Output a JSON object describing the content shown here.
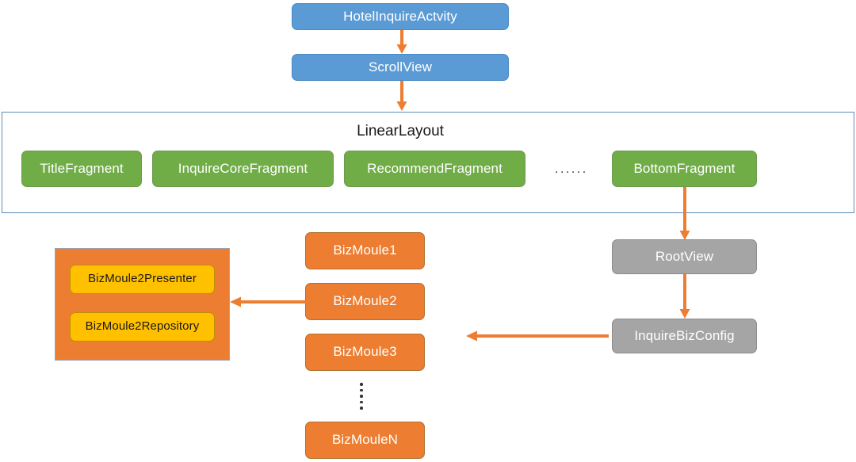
{
  "diagram": {
    "title": "Android Hotel Inquire Activity architecture diagram",
    "colors": {
      "blue": "#5B9BD5",
      "green": "#70AD47",
      "orange": "#ED7D31",
      "gray": "#A5A5A5",
      "yellow": "#FFC000",
      "container_border": "#5B8DB8",
      "arrow": "#ED7D31",
      "text_light": "#FFFFFF",
      "text_dark": "#1A1A1A"
    },
    "nodes": {
      "activity": "HotelInquireActvity",
      "scrollview": "ScrollView",
      "linearlayout": "LinearLayout",
      "fragments": [
        "TitleFragment",
        "InquireCoreFragment",
        "RecommendFragment",
        "BottomFragment"
      ],
      "fragment_ellipsis": "......",
      "rootview": "RootView",
      "inquirebizconfig": "InquireBizConfig",
      "bizmodules": [
        "BizMoule1",
        "BizMoule2",
        "BizMoule3",
        "BizMouleN"
      ],
      "bizmodule_detail": [
        "BizMoule2Presenter",
        "BizMoule2Repository"
      ]
    },
    "arrows": [
      {
        "name": "activity-to-scrollview",
        "from": "HotelInquireActvity",
        "to": "ScrollView",
        "direction": "down"
      },
      {
        "name": "scrollview-to-linearlayout",
        "from": "ScrollView",
        "to": "LinearLayout",
        "direction": "down"
      },
      {
        "name": "bottomfragment-to-rootview",
        "from": "BottomFragment",
        "to": "RootView",
        "direction": "down"
      },
      {
        "name": "rootview-to-inquirebizconfig",
        "from": "RootView",
        "to": "InquireBizConfig",
        "direction": "down"
      },
      {
        "name": "inquirebizconfig-to-bizmodules",
        "from": "InquireBizConfig",
        "to": "BizMoule3",
        "direction": "left"
      },
      {
        "name": "bizmoule2-to-detail",
        "from": "BizMoule2",
        "to": "BizMoule2 detail group",
        "direction": "left"
      }
    ]
  }
}
